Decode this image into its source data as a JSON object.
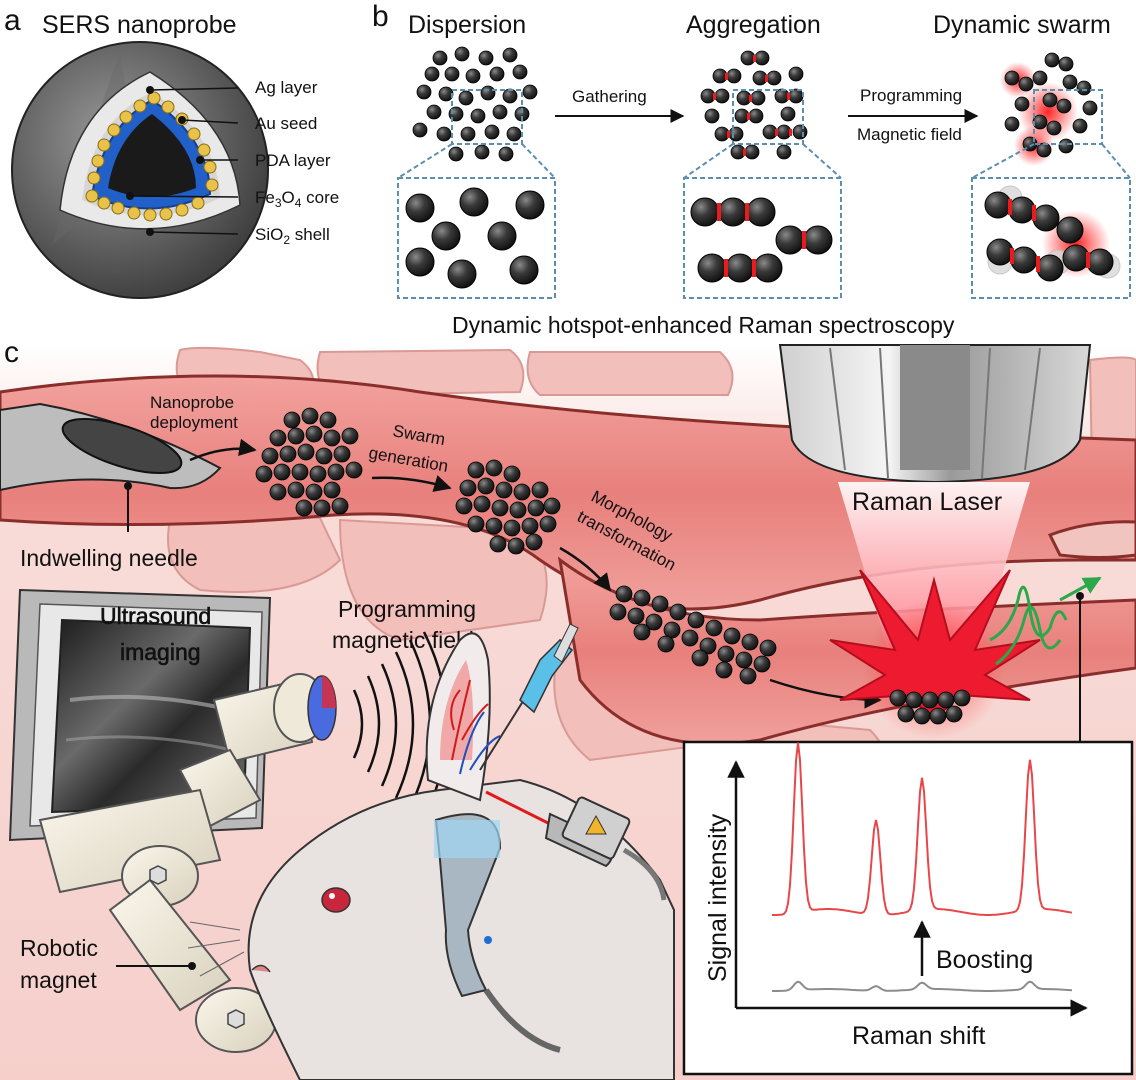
{
  "panels": {
    "a": {
      "letter": "a",
      "title": "SERS nanoprobe",
      "labels": [
        "Ag layer",
        "Au seed",
        "PDA layer",
        "Fe3O4 core",
        "SiO2 shell"
      ],
      "fe3o4": {
        "pre": "Fe",
        "sub1": "3",
        "mid": "O",
        "sub2": "4",
        "post": " core"
      },
      "sio2": {
        "pre": "SiO",
        "sub": "2",
        "post": " shell"
      }
    },
    "b": {
      "letter": "b",
      "stages": [
        "Dispersion",
        "Aggregation",
        "Dynamic swarm"
      ],
      "arrow1": "Gathering",
      "arrow2_top": "Programming",
      "arrow2_bottom": "Magnetic field",
      "caption": "Dynamic hotspot-enhanced Raman spectroscopy"
    },
    "c": {
      "letter": "c",
      "nanoprobe_deployment": [
        "Nanoprobe",
        "deployment"
      ],
      "swarm_generation": [
        "Swarm",
        "generation"
      ],
      "morphology_transformation": [
        "Morphology",
        "transformation"
      ],
      "raman_laser": "Raman Laser",
      "indwelling_needle": "Indwelling needle",
      "ultrasound_imaging": [
        "Ultrasound",
        "imaging"
      ],
      "programming_magnetic_field": [
        "Programming",
        "magnetic field"
      ],
      "robotic_magnet": [
        "Robotic",
        "magnet"
      ],
      "inset": {
        "ylabel": "Signal intensity",
        "xlabel": "Raman shift",
        "annotation": "Boosting"
      }
    }
  },
  "colors": {
    "vessel": "#e88a86",
    "vessel_dark": "#8a2e2c",
    "tissue": "#f6cfcb",
    "laser": "#e8102a",
    "spectrum_high": "#e8474a",
    "spectrum_low": "#8c8c8c",
    "guide_green": "#2aa84a",
    "dashed_box": "#5b8fb0",
    "core_blue": "#1f5fbf",
    "au_seed": "#e8c24a"
  }
}
